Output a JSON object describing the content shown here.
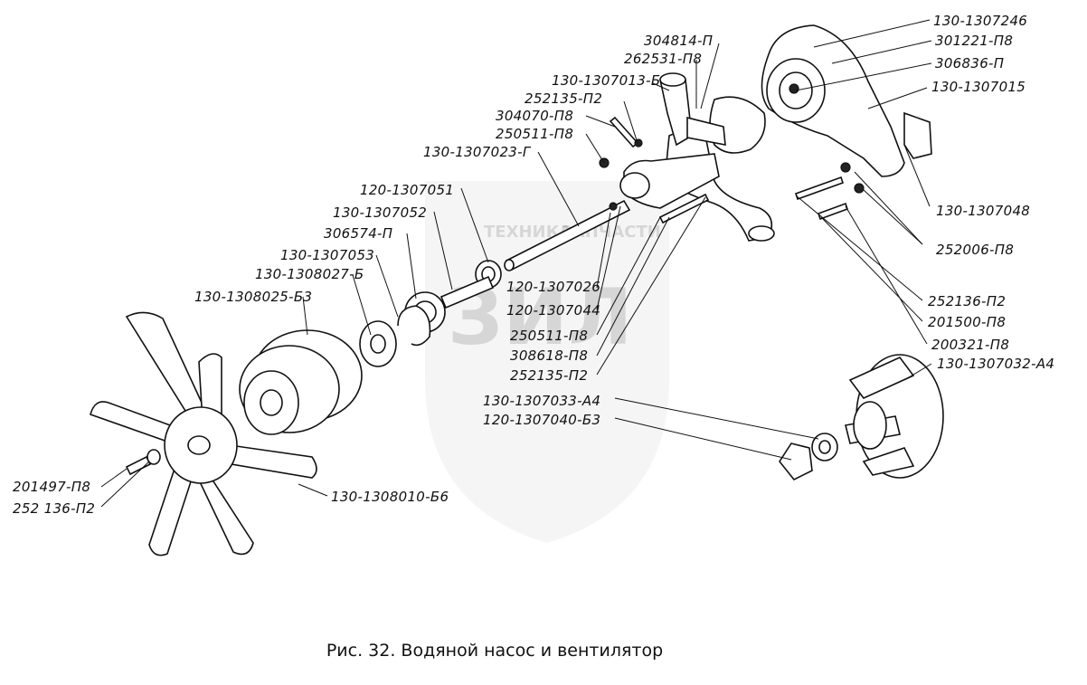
{
  "caption": "Рис. 32. Водяной насос и вентилятор",
  "watermark": {
    "line1": "ТЕХНИКА",
    "line2": "ЗАПЧАСТИ",
    "logo": "ЗИЛ"
  },
  "labels": {
    "l1": "130-1307246",
    "l2": "301221-П8",
    "l3": "306836-П",
    "l4": "130-1307015",
    "l5": "304814-П",
    "l6": "262531-П8",
    "l7": "130-1307013-Б",
    "l8": "252135-П2",
    "l9": "304070-П8",
    "l10": "250511-П8",
    "l11": "130-1307023-Г",
    "l12": "120-1307051",
    "l13": "130-1307052",
    "l14": "306574-П",
    "l15": "130-1307053",
    "l16": "130-1308027-Б",
    "l17": "130-1308025-Б3",
    "l18": "130-1307048",
    "l19": "252006-П8",
    "l20": "120-1307026",
    "l21": "120-1307044",
    "l22": "250511-П8",
    "l23": "308618-П8",
    "l24": "252135-П2",
    "l25": "252136-П2",
    "l26": "201500-П8",
    "l27": "200321-П8",
    "l28": "130-1307032-А4",
    "l29": "130-1307033-А4",
    "l30": "120-1307040-Б3",
    "l31": "201497-П8",
    "l32": "252 136-П2",
    "l33": "130-1308010-Б6"
  }
}
